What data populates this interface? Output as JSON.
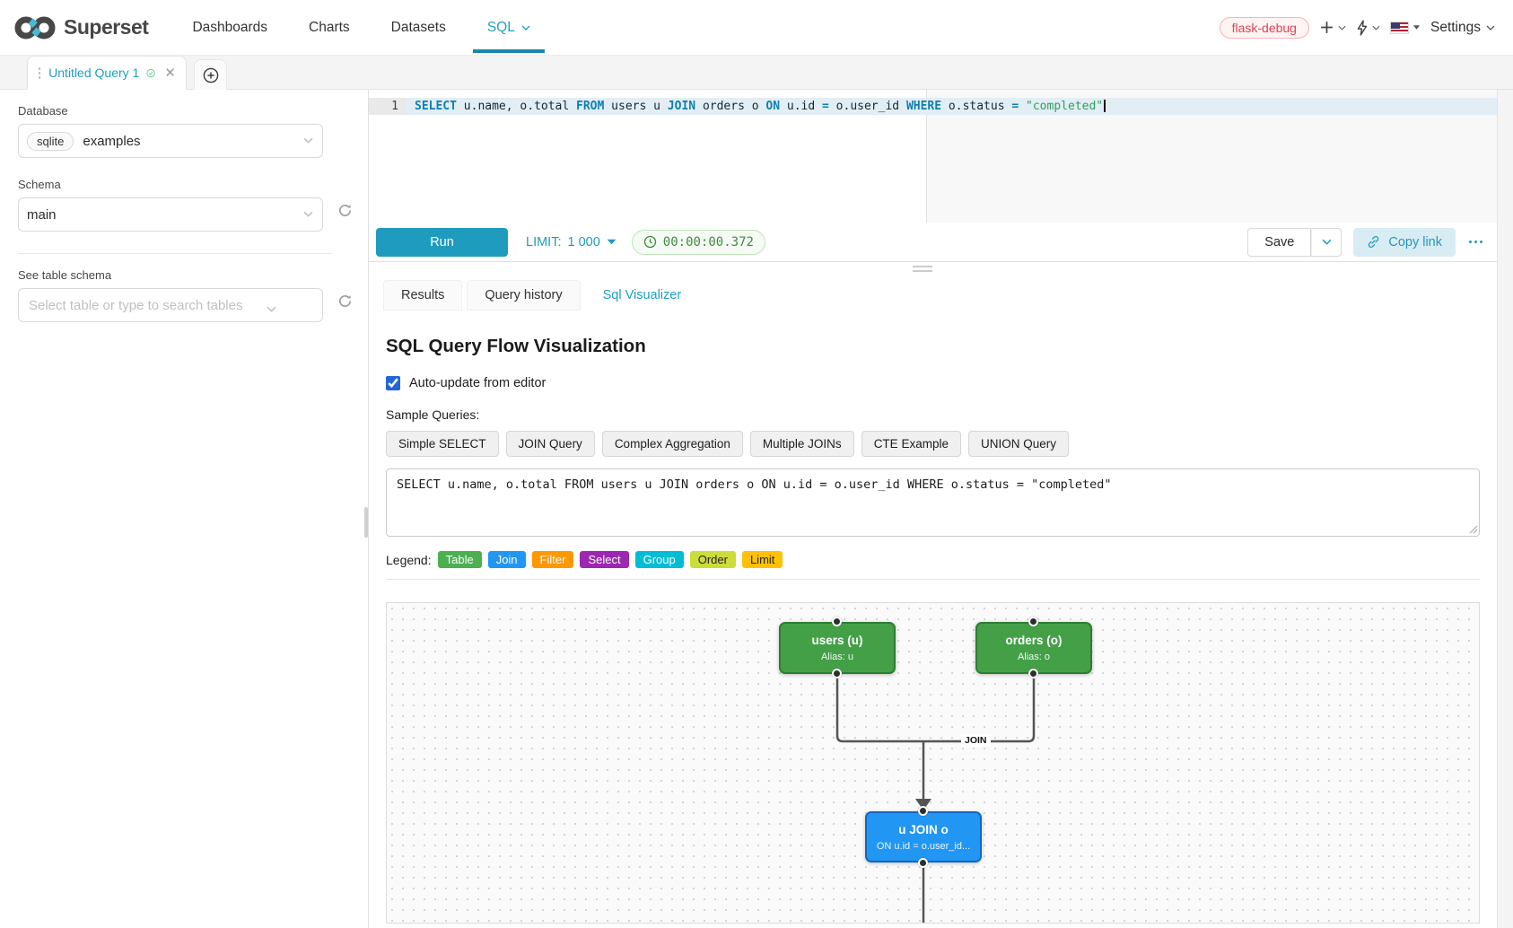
{
  "navbar": {
    "brand": "Superset",
    "items": [
      "Dashboards",
      "Charts",
      "Datasets",
      "SQL"
    ],
    "env_badge": "flask-debug",
    "settings_label": "Settings"
  },
  "querytab": {
    "title": "Untitled Query 1"
  },
  "sidebar": {
    "database_label": "Database",
    "database_type": "sqlite",
    "database_name": "examples",
    "schema_label": "Schema",
    "schema_value": "main",
    "table_label": "See table schema",
    "table_placeholder": "Select table or type to search tables"
  },
  "editor": {
    "line_number": "1",
    "tokens": [
      {
        "text": "SELECT ",
        "type": "kw"
      },
      {
        "text": "u.name, o.total ",
        "type": "plain"
      },
      {
        "text": "FROM ",
        "type": "kw"
      },
      {
        "text": "users u ",
        "type": "plain"
      },
      {
        "text": "JOIN ",
        "type": "kw"
      },
      {
        "text": "orders o ",
        "type": "plain"
      },
      {
        "text": "ON ",
        "type": "kw"
      },
      {
        "text": "u.id ",
        "type": "plain"
      },
      {
        "text": "= ",
        "type": "kw"
      },
      {
        "text": "o.user_id ",
        "type": "plain"
      },
      {
        "text": "WHERE ",
        "type": "kw"
      },
      {
        "text": "o.status ",
        "type": "plain"
      },
      {
        "text": "= ",
        "type": "kw"
      },
      {
        "text": "\"completed\"",
        "type": "str"
      }
    ]
  },
  "toolbar": {
    "run_label": "Run",
    "limit_label": "LIMIT:",
    "limit_value": "1 000",
    "timer": "00:00:00.372",
    "save_label": "Save",
    "copy_link_label": "Copy link"
  },
  "result_tabs": {
    "results": "Results",
    "query_history": "Query history",
    "sql_visualizer": "Sql Visualizer"
  },
  "visualizer": {
    "title": "SQL Query Flow Visualization",
    "auto_update_label": "Auto-update from editor",
    "samples_label": "Sample Queries:",
    "sample_buttons": [
      "Simple SELECT",
      "JOIN Query",
      "Complex Aggregation",
      "Multiple JOINs",
      "CTE Example",
      "UNION Query"
    ],
    "query_text": "SELECT u.name, o.total FROM users u JOIN orders o ON u.id = o.user_id WHERE o.status = \"completed\"",
    "legend_label": "Legend:",
    "legend": [
      {
        "label": "Table",
        "color": "#4caf50"
      },
      {
        "label": "Join",
        "color": "#2196f3"
      },
      {
        "label": "Filter",
        "color": "#ff9800"
      },
      {
        "label": "Select",
        "color": "#9c27b0"
      },
      {
        "label": "Group",
        "color": "#00bcd4"
      },
      {
        "label": "Order",
        "color": "#cddc39"
      },
      {
        "label": "Limit",
        "color": "#ffc107"
      }
    ],
    "diagram": {
      "edge_label": "JOIN",
      "nodes": [
        {
          "title": "users (u)",
          "subtitle": "Alias: u",
          "color": "#43a047"
        },
        {
          "title": "orders (o)",
          "subtitle": "Alias: o",
          "color": "#43a047"
        },
        {
          "title": "u JOIN o",
          "subtitle": "ON u.id = o.user_id...",
          "color": "#2196f3"
        }
      ]
    }
  },
  "colors": {
    "accent": "#20a7c9",
    "success": "#5ac189",
    "danger": "#e04355"
  }
}
